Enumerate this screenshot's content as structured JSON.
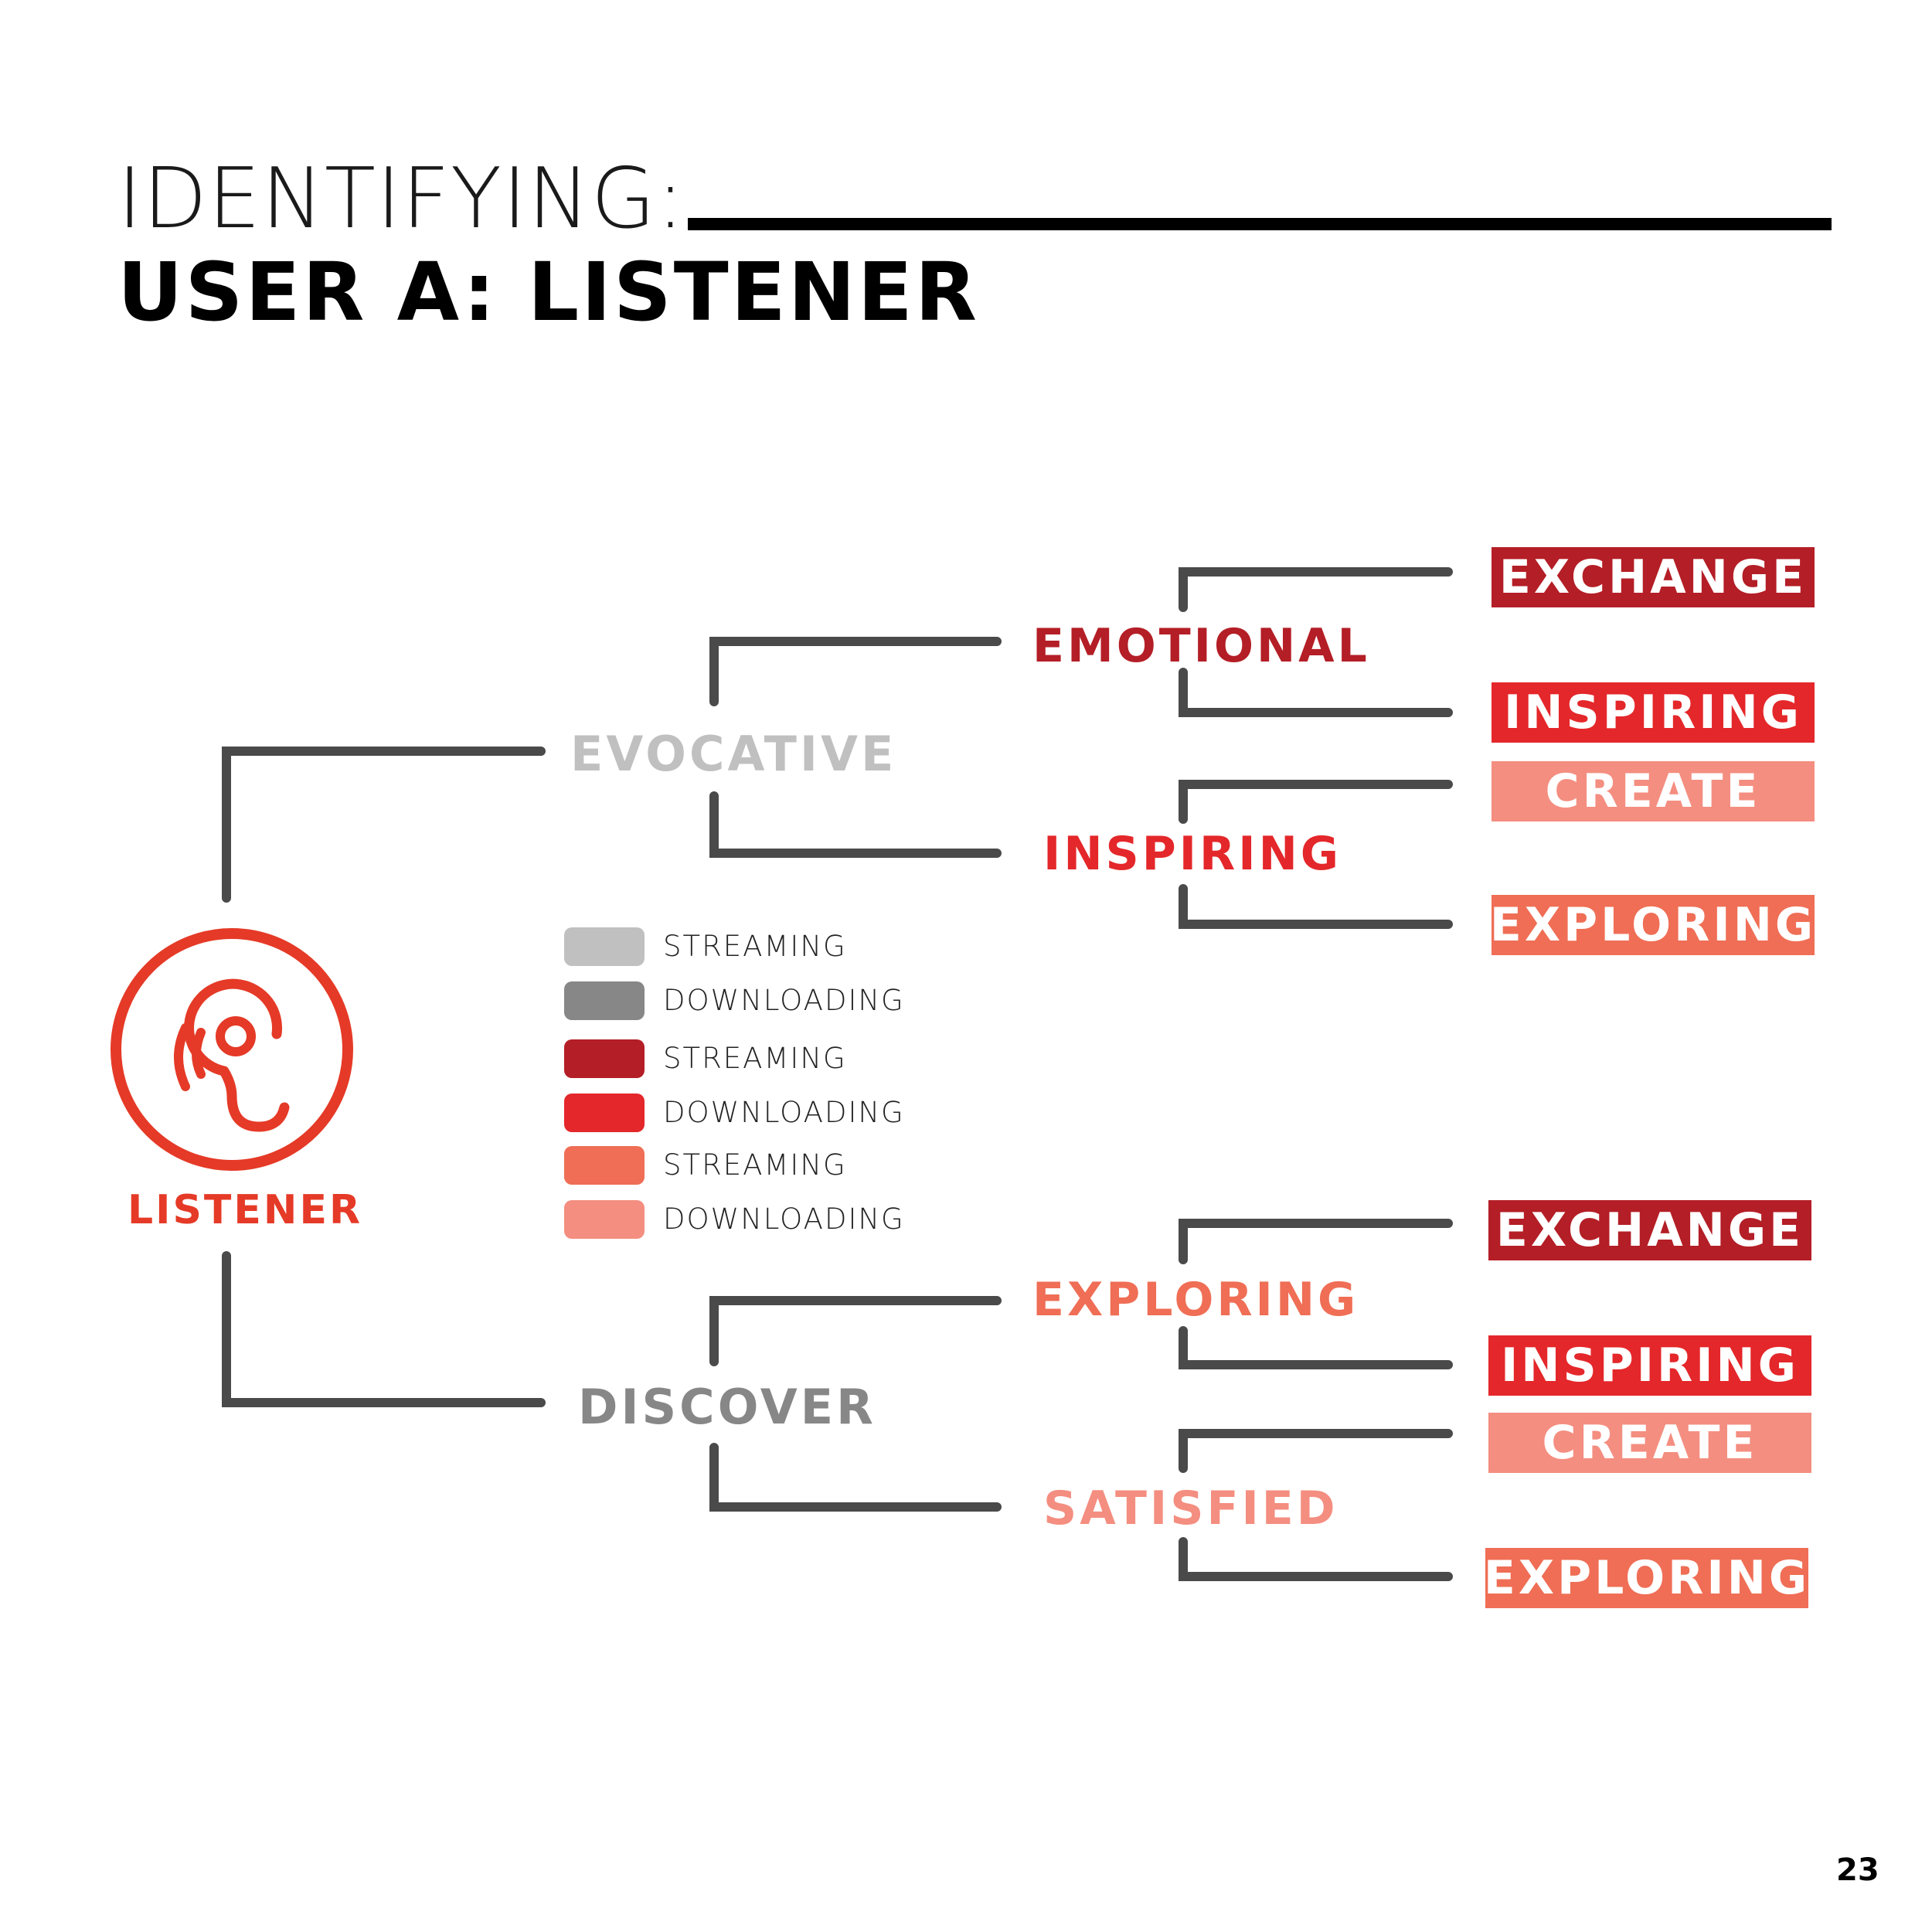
{
  "header": {
    "title_light": "IDENTIFYING:",
    "title_bold": "USER A: LISTENER"
  },
  "colors": {
    "connector": "#4a4a4a",
    "root": "#e53a27",
    "light_gray": "#c0c0c0",
    "gray": "#878787",
    "dark_red": "#b41e26",
    "red": "#e4272a",
    "coral": "#ef6e55",
    "salmon": "#f48e80"
  },
  "root": {
    "icon": "ear-icon",
    "label": "LISTENER"
  },
  "branches": [
    {
      "label": "EVOCATIVE",
      "color": "#c0c0c0",
      "children": [
        {
          "label": "EMOTIONAL",
          "color": "#b41e26",
          "leaves": [
            {
              "label": "EXCHANGE",
              "color": "#b41e26"
            },
            {
              "label": "INSPIRING",
              "color": "#e4272a"
            }
          ]
        },
        {
          "label": "INSPIRING",
          "color": "#e4272a",
          "leaves": [
            {
              "label": "CREATE",
              "color": "#f48e80"
            },
            {
              "label": "EXPLORING",
              "color": "#ef6e55"
            }
          ]
        }
      ]
    },
    {
      "label": "DISCOVER",
      "color": "#878787",
      "children": [
        {
          "label": "EXPLORING",
          "color": "#ef6e55",
          "leaves": [
            {
              "label": "EXCHANGE",
              "color": "#b41e26"
            },
            {
              "label": "INSPIRING",
              "color": "#e4272a"
            }
          ]
        },
        {
          "label": "SATISFIED",
          "color": "#f48e80",
          "leaves": [
            {
              "label": "CREATE",
              "color": "#f48e80"
            },
            {
              "label": "EXPLORING",
              "color": "#ef6e55"
            }
          ]
        }
      ]
    }
  ],
  "legend": [
    {
      "label": "STREAMING",
      "color": "#c0c0c0"
    },
    {
      "label": "DOWNLOADING",
      "color": "#878787"
    },
    {
      "label": "STREAMING",
      "color": "#b41e26"
    },
    {
      "label": "DOWNLOADING",
      "color": "#e4272a"
    },
    {
      "label": "STREAMING",
      "color": "#ef6e55"
    },
    {
      "label": "DOWNLOADING",
      "color": "#f48e80"
    }
  ],
  "page_number": "23"
}
